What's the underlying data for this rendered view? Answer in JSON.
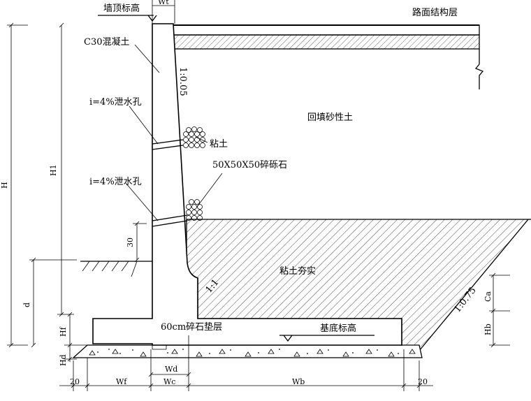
{
  "labels": {
    "wall_top_elev": "墙顶标高",
    "road_layer": "路面结构层",
    "concrete": "C30混凝土",
    "slope_wall": "1:0.05",
    "backfill": "回填砂性土",
    "drain1": "i=4%泄水孔",
    "clay": "粘土",
    "gravel": "50X50X50碎砾石",
    "drain2": "i=4%泄水孔",
    "clay_compact": "粘土夯实",
    "slope_1_1": "1:1",
    "slope_075": "1:0.75",
    "cushion": "60cm碎石垫层",
    "base_elev": "基底标高"
  },
  "dims": {
    "wt": "Wt",
    "H": "H",
    "H1": "H1",
    "d": "d",
    "Hf": "Hf",
    "Hd": "Hd",
    "d30": "30",
    "Ca": "Ca",
    "Hb": "Hb",
    "Wd": "Wd",
    "left20": "20",
    "Wf": "Wf",
    "Wc": "Wc",
    "Wb": "Wb",
    "right20": "20"
  }
}
